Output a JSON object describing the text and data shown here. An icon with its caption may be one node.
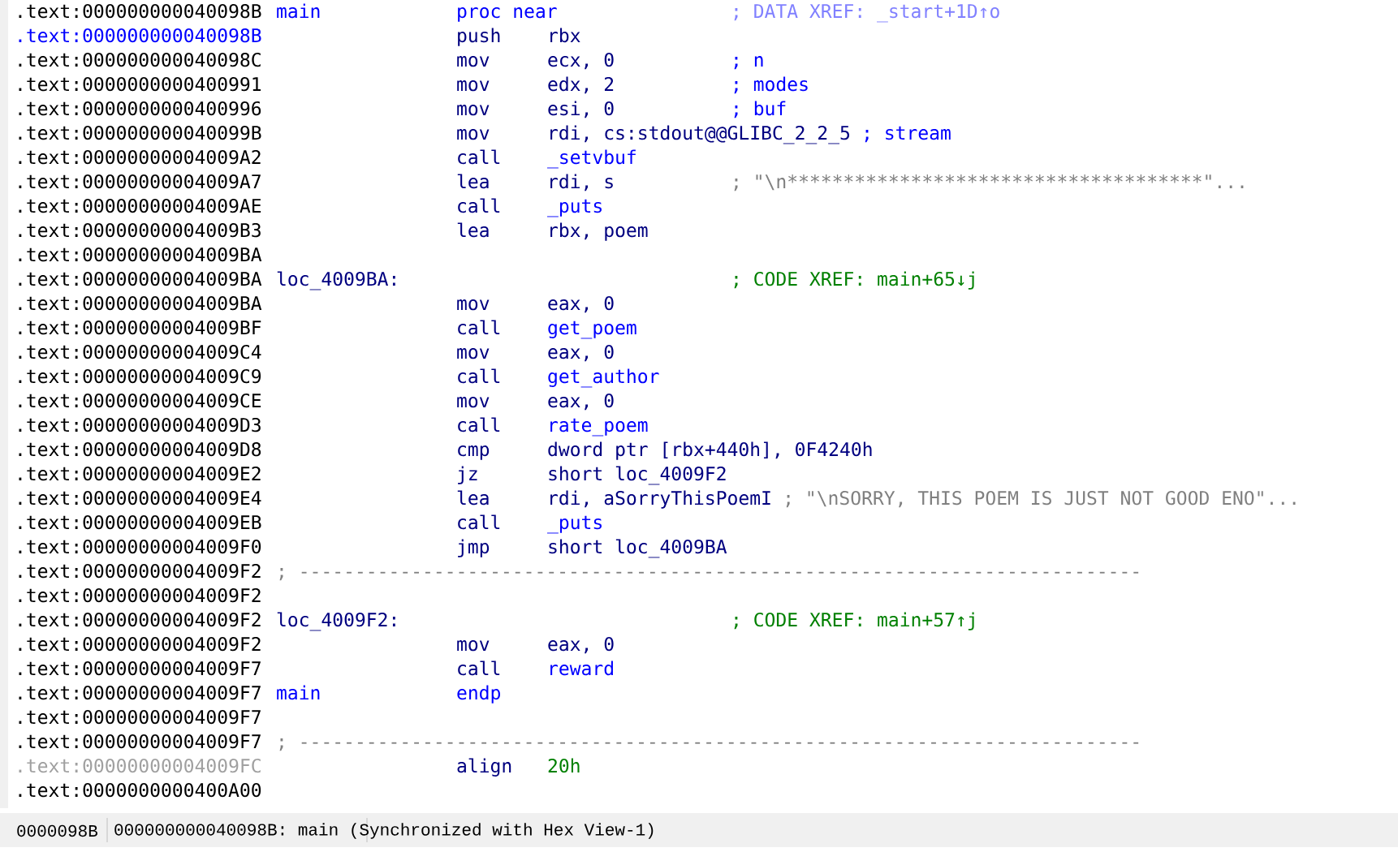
{
  "diagram": {
    "labels": [
      ".text:000000000040098B",
      "main",
      "proc near",
      "; DATA XREF: _start+1D↑o",
      ".text:000000000040098B",
      "push",
      "rbx",
      ".text:000000000040098C",
      "mov",
      "ecx, 0",
      "; n",
      ".text:0000000000400991",
      "mov",
      "edx, 2",
      "; modes",
      ".text:0000000000400996",
      "mov",
      "esi, 0",
      "; buf",
      ".text:000000000040099B",
      "mov",
      "rdi, cs:stdout@@GLIBC_2_2_5",
      "; stream",
      ".text:00000000004009A2",
      "call",
      "_setvbuf",
      ".text:00000000004009A7",
      "lea",
      "rdi, s",
      "; \"\\n*************************************\"...",
      ".text:00000000004009AE",
      "call",
      "_puts",
      ".text:00000000004009B3",
      "lea",
      "rbx, poem",
      ".text:00000000004009BA",
      ".text:00000000004009BA",
      "loc_4009BA:",
      "; CODE XREF: main+65↓j",
      ".text:00000000004009BA",
      "mov",
      "eax, 0",
      ".text:00000000004009BF",
      "call",
      "get_poem",
      ".text:00000000004009C4",
      "mov",
      "eax, 0",
      ".text:00000000004009C9",
      "call",
      "get_author",
      ".text:00000000004009CE",
      "mov",
      "eax, 0",
      ".text:00000000004009D3",
      "call",
      "rate_poem",
      ".text:00000000004009D8",
      "cmp",
      "dword ptr [rbx+440h], 0F4240h",
      ".text:00000000004009E2",
      "jz",
      "short loc_4009F2",
      ".text:00000000004009E4",
      "lea",
      "rdi, aSorryThisPoemI",
      "; \"\\nSORRY, THIS POEM IS JUST NOT GOOD ENO\"...",
      ".text:00000000004009EB",
      "call",
      "_puts",
      ".text:00000000004009F0",
      "jmp",
      "short loc_4009BA",
      ".text:00000000004009F2",
      "; ---------------------------------------------------------------------------",
      ".text:00000000004009F2",
      ".text:00000000004009F2",
      "loc_4009F2:",
      "; CODE XREF: main+57↑j",
      ".text:00000000004009F2",
      "mov",
      "eax, 0",
      ".text:00000000004009F7",
      "call",
      "reward",
      ".text:00000000004009F7",
      "main",
      "endp",
      ".text:00000000004009F7",
      ".text:00000000004009F7",
      "; ---------------------------------------------------------------------------",
      ".text:00000000004009FC",
      "align",
      "20h",
      ".text:0000000000400A00",
      "0000098B",
      "000000000040098B: main (Synchronized with Hex View-1)"
    ]
  }
}
